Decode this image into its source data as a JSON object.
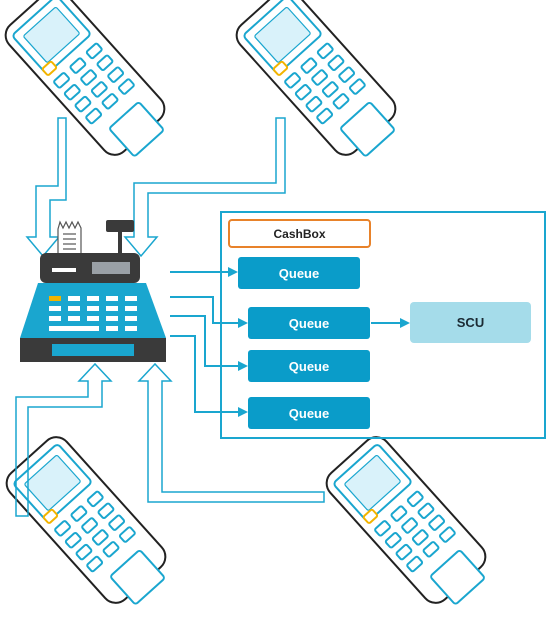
{
  "diagram": {
    "cashbox_label": "CashBox",
    "queues": [
      "Queue",
      "Queue",
      "Queue",
      "Queue"
    ],
    "scu_label": "SCU"
  },
  "colors": {
    "accent": "#1aa6cf",
    "queue_fill": "#0a9cc9",
    "scu_fill": "#a5dcea",
    "cashbox_border": "#e8822a",
    "register_dark": "#3a3a3a",
    "terminal_screen": "#d9f2fa"
  },
  "icons": {
    "terminal": "payment-terminal-icon",
    "register": "cash-register-icon"
  }
}
